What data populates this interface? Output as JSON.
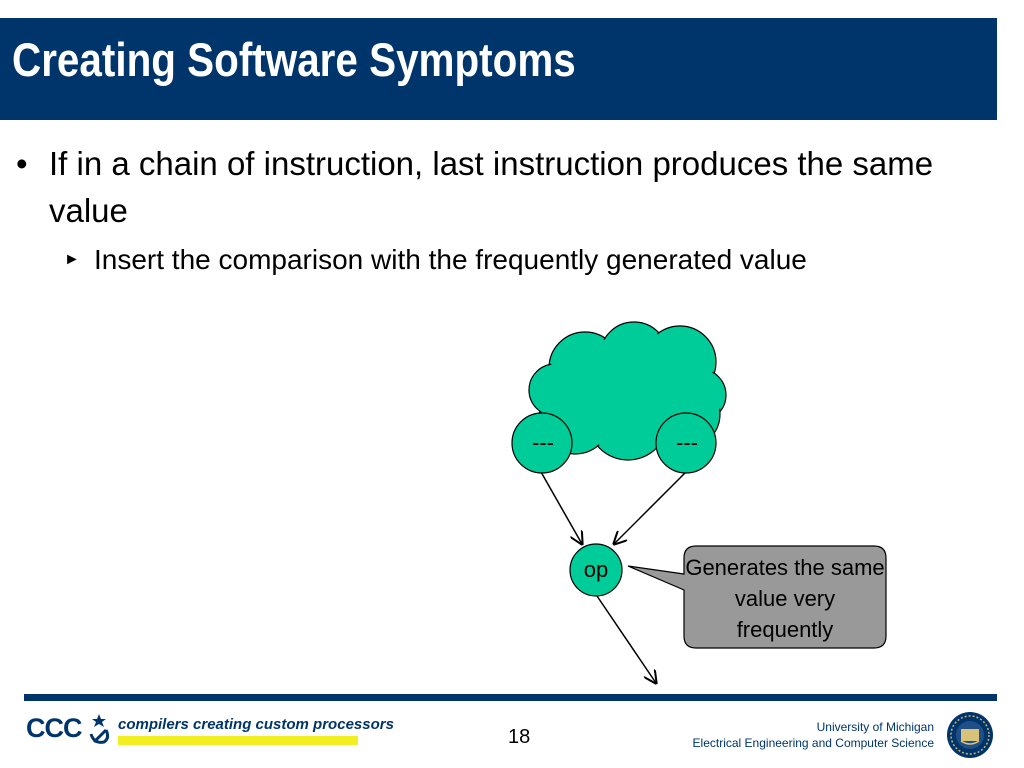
{
  "slide": {
    "title": "Creating Software Symptoms",
    "bullets": [
      {
        "text": "If in a chain of instruction, last instruction produces the same value"
      },
      {
        "text": "Insert the comparison with the frequently generated value"
      }
    ],
    "bullet_markers": {
      "level1": "•",
      "level2": "►"
    }
  },
  "diagram": {
    "nodes": {
      "left": "---",
      "right": "---",
      "op": "op",
      "bottom": "----"
    },
    "callout": "Generates the same value very frequently",
    "colors": {
      "node_fill": "#00cc99",
      "callout_fill": "#999999",
      "title_bar": "#00356b"
    }
  },
  "footer": {
    "logo_text": "CCC",
    "tagline": "compilers creating custom processors",
    "page_number": "18",
    "university": "University of Michigan",
    "department": "Electrical Engineering and Computer Science",
    "seal_icon": "university-seal-icon"
  }
}
